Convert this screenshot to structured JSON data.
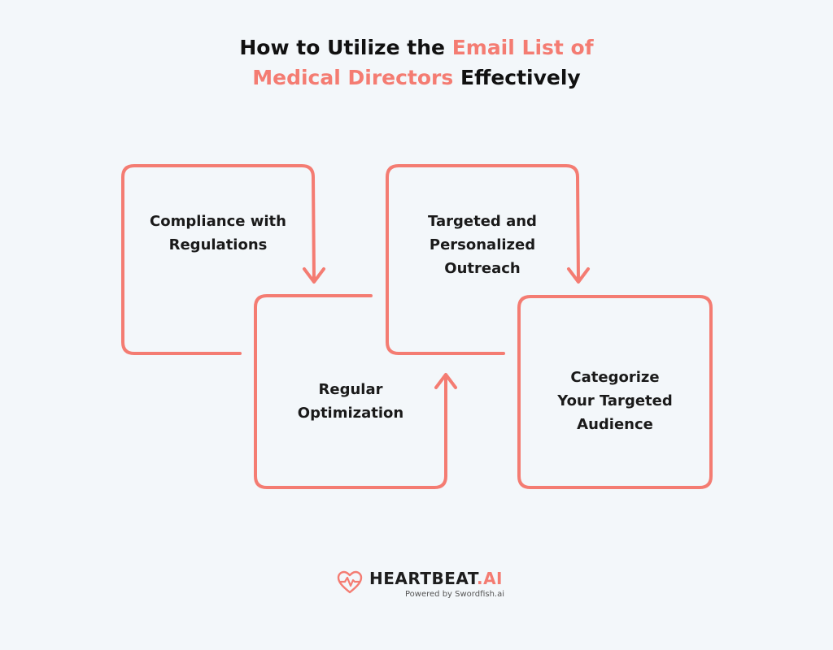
{
  "colors": {
    "accent": "#f47c72",
    "stroke": "#f47c72",
    "text": "#1a1a1a",
    "background": "#f3f7fa"
  },
  "title": {
    "part1": "How to Utilize the ",
    "highlight1": "Email List of",
    "highlight2": "Medical Directors",
    "part2": " Effectively"
  },
  "steps": [
    {
      "line1": "Compliance with",
      "line2": "Regulations"
    },
    {
      "line1": "Regular",
      "line2": "Optimization"
    },
    {
      "line1": "Targeted and",
      "line2": "Personalized",
      "line3": "Outreach"
    },
    {
      "line1": "Categorize",
      "line2": "Your Targeted",
      "line3": "Audience"
    }
  ],
  "footer": {
    "brand_main": "HEARTBEAT",
    "brand_suffix": ".AI",
    "tagline": "Powered by Swordfish.ai",
    "logo_icon": "heart-pulse-icon"
  }
}
